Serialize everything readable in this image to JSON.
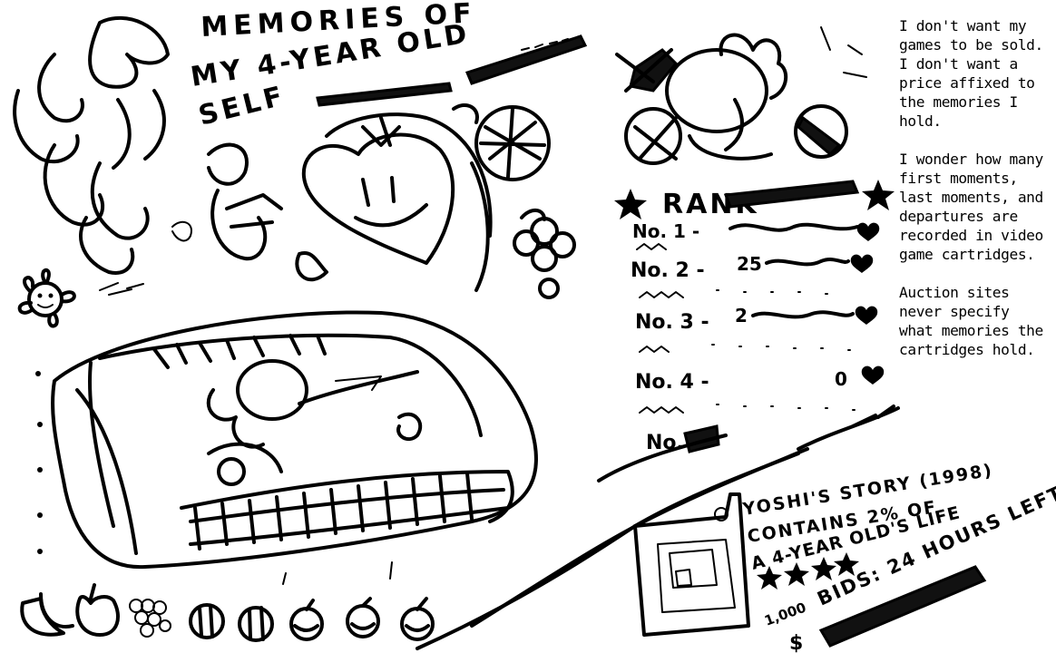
{
  "title": {
    "line1": "MEMORIES OF",
    "line2": "MY 4-YEAR OLD",
    "line3": "SELF"
  },
  "essay": [
    "I don't want my games to be sold. I don't want a price affixed to the memories I hold.",
    "I wonder how many first moments, last moments, and departures are recorded in video game cartridges.",
    "Auction sites never specify what memories the cartridges hold."
  ],
  "rankings": {
    "heading": "RANK",
    "rows": [
      {
        "label": "No. 1 -"
      },
      {
        "label": "No. 2 -",
        "score": "25"
      },
      {
        "label": "No. 3 -",
        "score": "2"
      },
      {
        "label": "No. 4 -",
        "score": "0"
      },
      {
        "label": "No."
      }
    ]
  },
  "cartridge_note": {
    "line1": "YOSHI'S STORY (1998)",
    "line2": "CONTAINS 2% OF",
    "line3": "A 4-YEAR OLD'S LIFE",
    "bids_label": "BIDS: 24 HOURS LEFT",
    "bid_count": "1,000",
    "price_symbol": "$"
  },
  "icons": [
    "flower-icon",
    "heart-sun-icon",
    "fruit-icon",
    "star-icon",
    "yoshi-icon",
    "cartridge-icon"
  ]
}
